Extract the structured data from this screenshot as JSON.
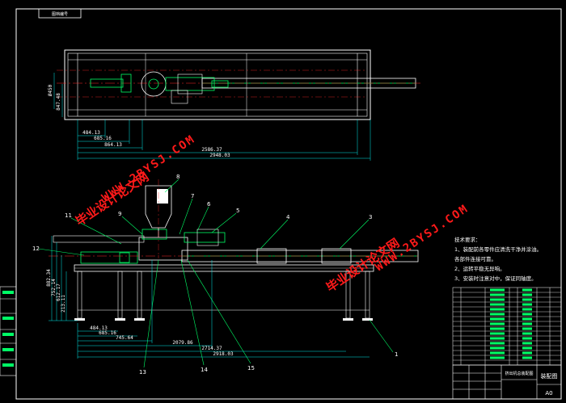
{
  "header_tag": "图档编号",
  "top_view": {
    "vertical_dims": [
      "Ø450",
      "847.48"
    ],
    "horizontal_dims": [
      "484.13",
      "685.16",
      "864.13",
      "2586.37",
      "2948.03"
    ]
  },
  "front_view": {
    "callouts": [
      "1",
      "3",
      "4",
      "5",
      "6",
      "7",
      "8",
      "9",
      "11",
      "12",
      "13",
      "14",
      "15"
    ],
    "vertical_dims": [
      "882.34",
      "752.14",
      "612.17",
      "213.11"
    ],
    "horizontal_dims": [
      "484.13",
      "685.16",
      "745.64",
      "2079.86",
      "2714.37",
      "2918.03"
    ]
  },
  "tech_requirements": {
    "title": "技术要求：",
    "items": [
      "1、装配前各零件应清洗干净并涂油。",
      "各部件连接可靠。",
      "2、运转平稳无异响。",
      "3、安装时注意对中，保证同轴度。"
    ]
  },
  "watermarks": {
    "cn": "毕业设计论文网",
    "url": "WWW.2BYSJ.COM"
  },
  "title_block": {
    "sheet_size": "A0",
    "drawing_name": "挤出机总装配图",
    "side_code": "装配图"
  },
  "colors": {
    "background": "#000000",
    "lines": "#ffffff",
    "parts": "#00ff66",
    "centerline": "#ff2a2a",
    "dims": "#00e6e6",
    "callout": "#ffff66",
    "watermark": "#ff1a1a"
  }
}
